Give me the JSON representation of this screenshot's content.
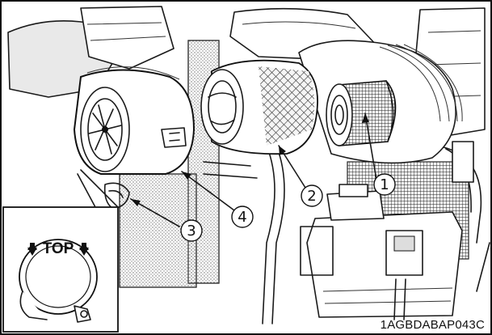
{
  "diagram": {
    "callouts": [
      {
        "id": 1,
        "label": "①"
      },
      {
        "id": 2,
        "label": "②"
      },
      {
        "id": 3,
        "label": "③"
      },
      {
        "id": 4,
        "label": "④"
      }
    ],
    "inset_text": "TOP",
    "figure_code": "1AGBDABAP043C"
  }
}
